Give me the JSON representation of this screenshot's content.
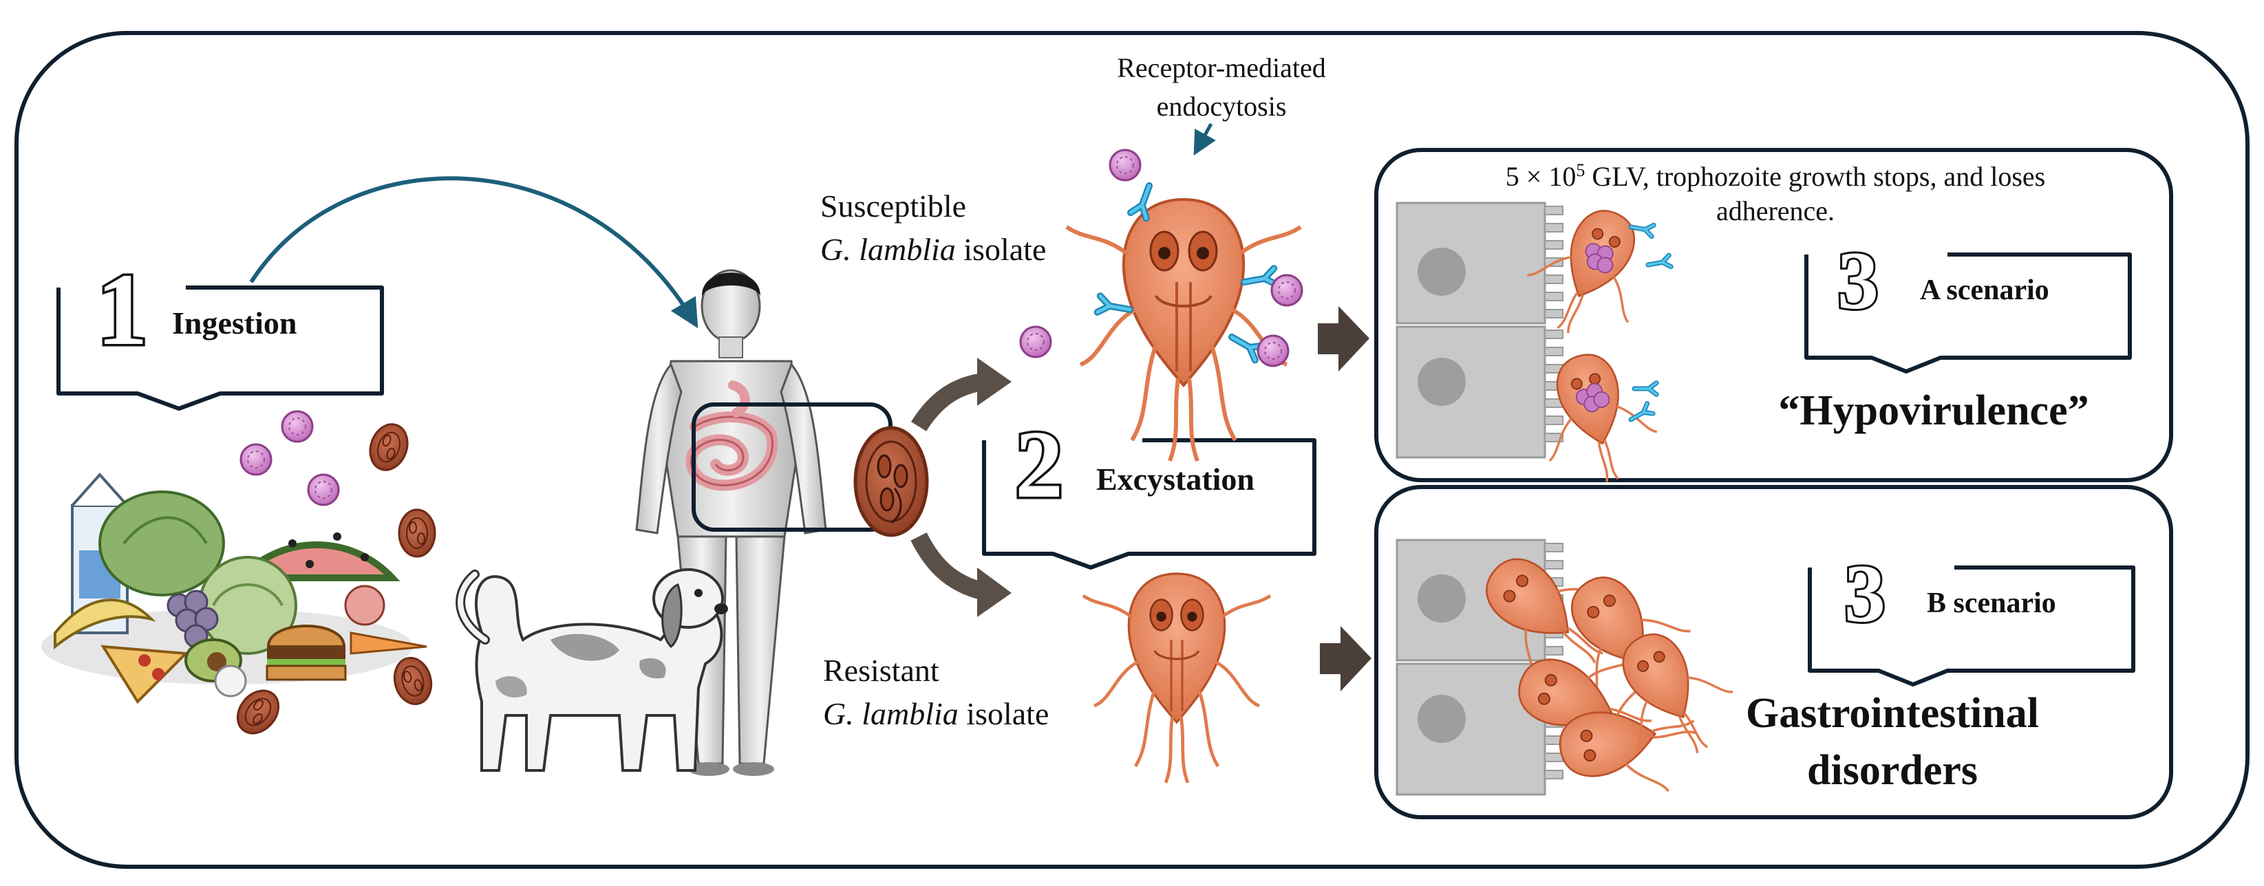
{
  "steps": {
    "ingestion": {
      "number": "1",
      "label": "Ingestion"
    },
    "excystation": {
      "number": "2",
      "label": "Excystation"
    },
    "scenario_a": {
      "number": "3",
      "label": "A scenario",
      "outcome": "“Hypovirulence”"
    },
    "scenario_b": {
      "number": "3",
      "label": "B scenario",
      "outcome_line1": "Gastrointestinal",
      "outcome_line2": "disorders"
    }
  },
  "annotations": {
    "endocytosis_line1": "Receptor-mediated",
    "endocytosis_line2": "endocytosis",
    "susceptible_line1": "Susceptible",
    "susceptible_species": "G. lamblia",
    "susceptible_suffix": " isolate",
    "resistant_line1": "Resistant",
    "resistant_species": "G. lamblia",
    "resistant_suffix": " isolate",
    "glv_dose_prefix": "5 × 10",
    "glv_dose_exponent": "5",
    "glv_dose_rest": " GLV, trophozoite growth stops, and loses",
    "glv_dose_line2": "adherence."
  },
  "icons": {
    "food": "food-pile-icon",
    "human": "human-figure-icon",
    "dog": "dog-icon",
    "cyst": "giardia-cyst-icon",
    "trophozoite": "giardia-trophozoite-icon",
    "virus": "glv-virus-icon",
    "intestine": "intestinal-epithelium-icon"
  },
  "colors": {
    "outline": "#0f1f2e",
    "arrow_teal": "#1c5f7a",
    "virus_pink": "#c77bc2",
    "virus_edge": "#8d3f8a",
    "trophozoite": "#e8845a",
    "trophozoite_dark": "#b8502a",
    "cyst": "#b75a3c",
    "receptor_blue": "#2aa6d6",
    "epithelium_gray": "#c8c8c8",
    "block_arrow": "#4a4039"
  }
}
